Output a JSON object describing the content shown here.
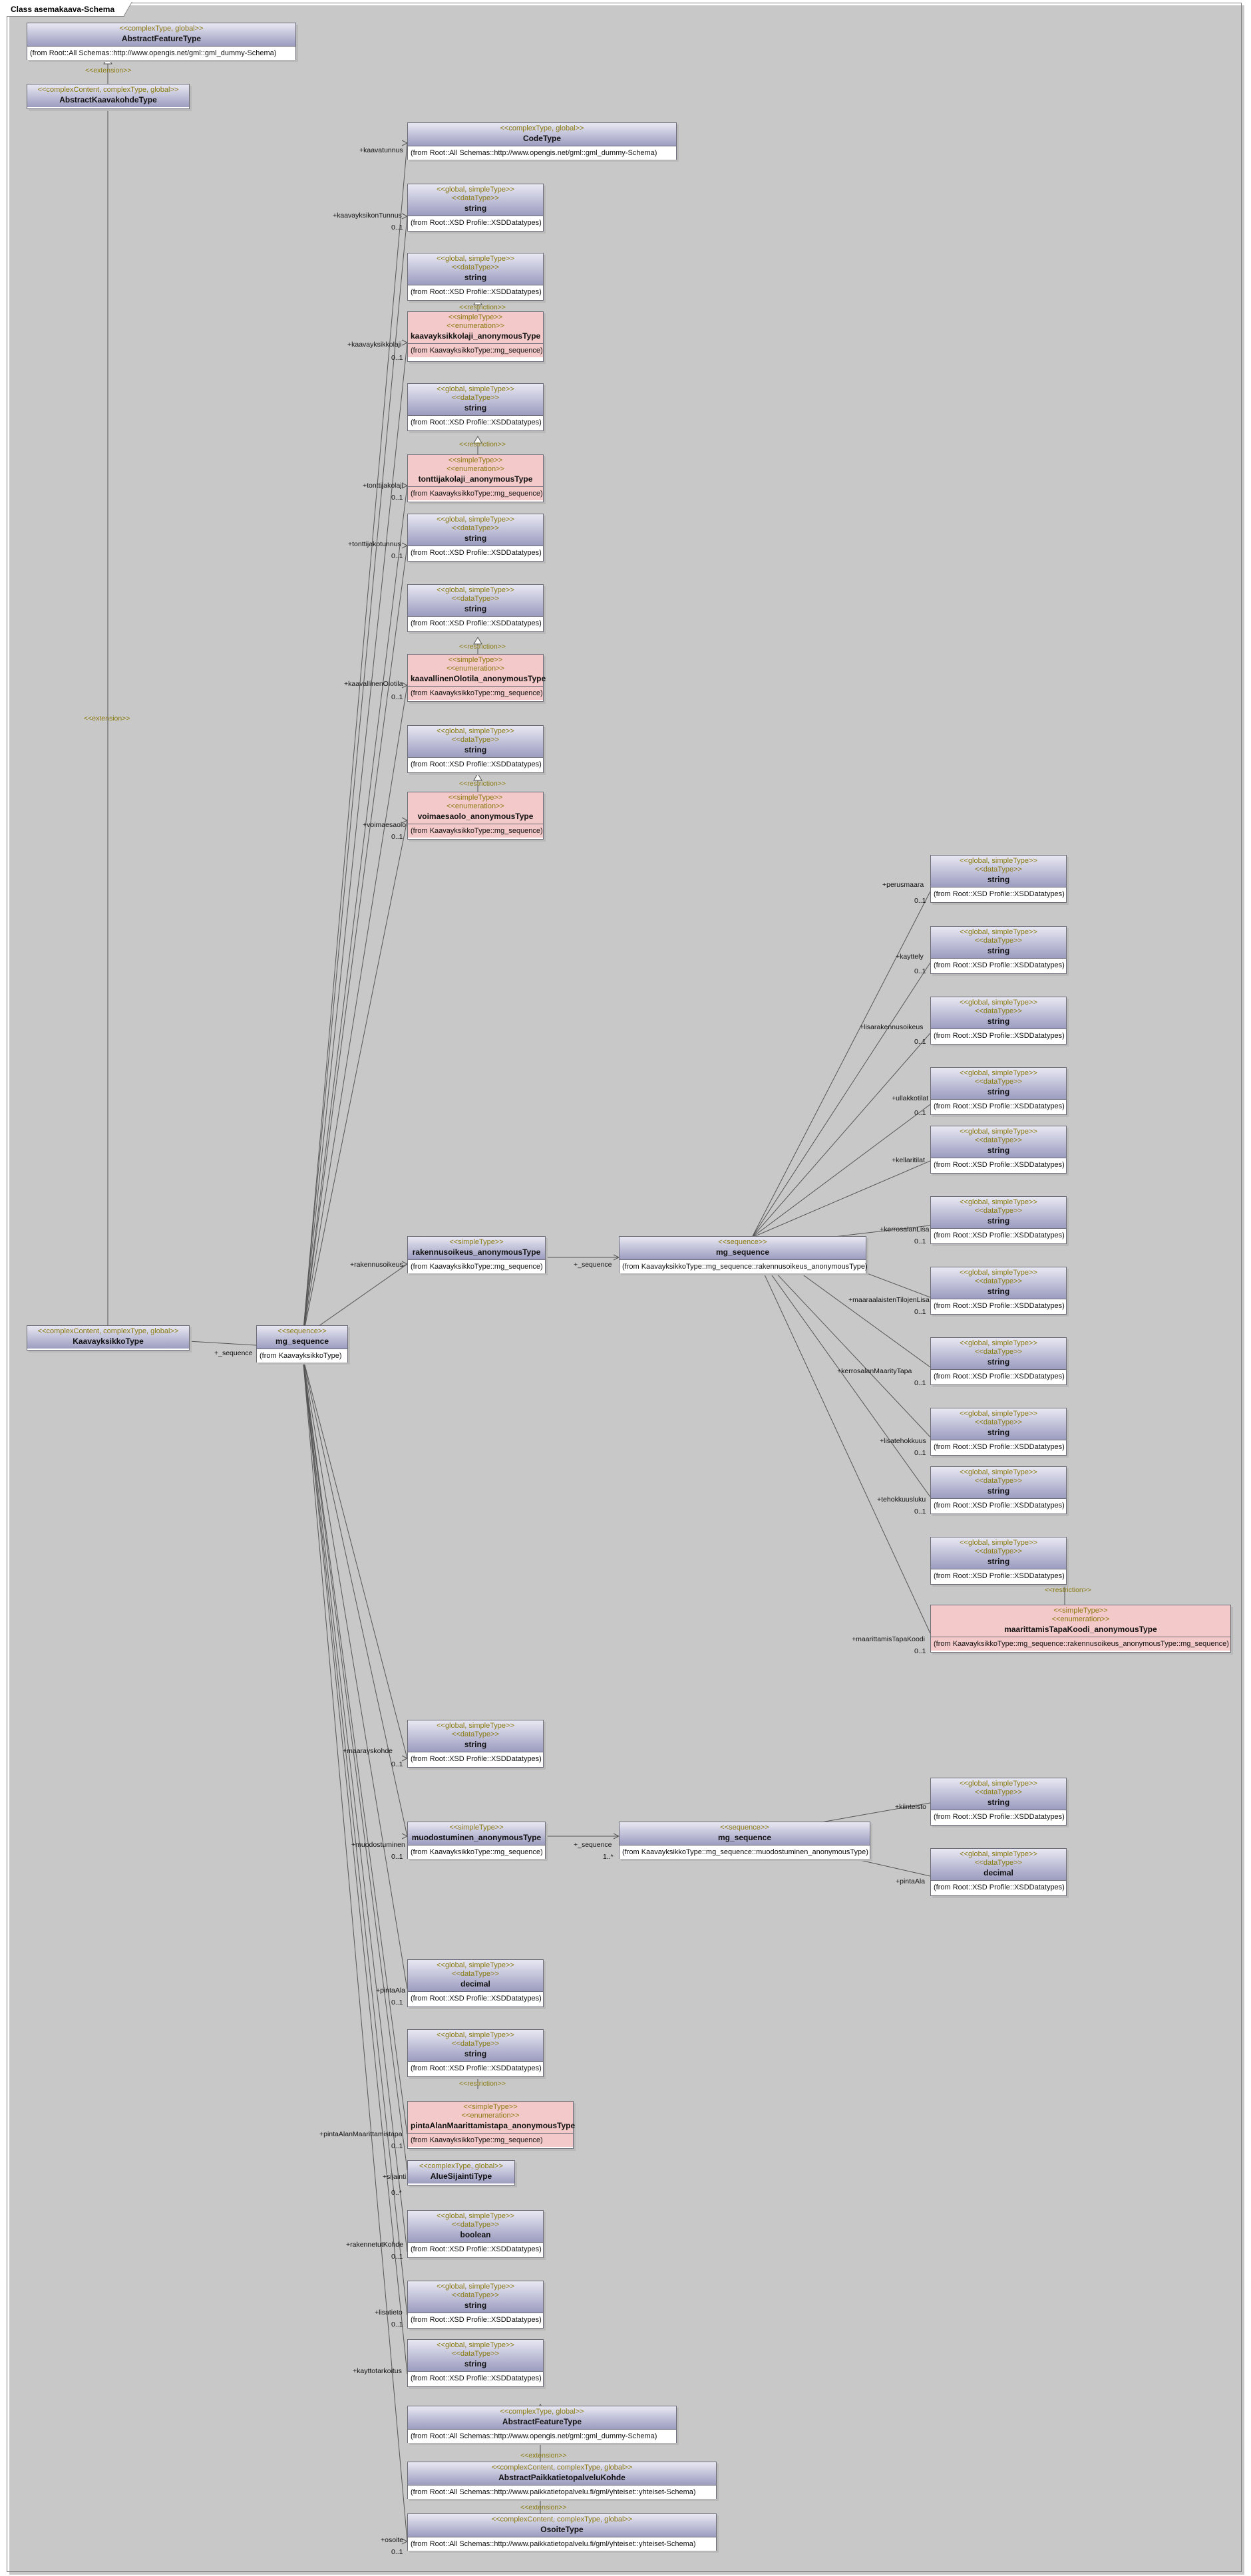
{
  "diagram": {
    "title": "Class asemakaava-Schema",
    "stereotypes": {
      "complex_global": "<<complexType, global>>",
      "complex_content_global": "<<complexContent, complexType, global>>",
      "global_simple": "<<global, simpleType>>",
      "data_type": "<<dataType>>",
      "simple_type": "<<simpleType>>",
      "enumeration": "<<enumeration>>",
      "sequence": "<<sequence>>",
      "restriction": "<<restriction>>",
      "extension": "<<extension>>"
    },
    "origins": {
      "gml": "(from Root::All Schemas::http://www.opengis.net/gml::gml_dummy-Schema)",
      "xsd": "(from Root::XSD Profile::XSDDatatypes)",
      "kt": "(from KaavayksikkoType)",
      "kt_seq": "(from KaavayksikkoType::mg_sequence)",
      "kt_seq_rak_seq": "(from KaavayksikkoType::mg_sequence::rakennusoikeus_anonymousType)",
      "kt_seq_rak_seq_full": "(from KaavayksikkoType::mg_sequence::rakennusoikeus_anonymousType::mg_sequence)",
      "kt_seq_muo_seq": "(from KaavayksikkoType::mg_sequence::muodostuminen_anonymousType)",
      "paikka": "(from Root::All Schemas::http://www.paikkatietopalvelu.fi/gml/yhteiset::yhteiset-Schema)"
    },
    "names": {
      "abstract_feature": "AbstractFeatureType",
      "abstract_kaavakohde": "AbstractKaavakohdeType",
      "kaavayksikko": "KaavayksikkoType",
      "mg_sequence": "mg_sequence",
      "code_type": "CodeType",
      "string": "string",
      "decimal": "decimal",
      "boolean": "boolean",
      "kaavayksikkolaji": "kaavayksikkolaji_anonymousType",
      "tonttijakolaji": "tonttijakolaji_anonymousType",
      "kaavallinen_olotila": "kaavallinenOlotila_anonymousType",
      "voimaesaolo": "voimaesaolo_anonymousType",
      "rakennusoikeus": "rakennusoikeus_anonymousType",
      "maarittamis_tapa": "maarittamisTapaKoodi_anonymousType",
      "muodostuminen": "muodostuminen_anonymousType",
      "pinta_ala_maarittamis": "pintaAlanMaarittamistapa_anonymousType",
      "alue_sijainti": "AlueSijaintiType",
      "abstract_paikka": "AbstractPaikkatietopalveluKohde",
      "osoite": "OsoiteType"
    },
    "roles": {
      "sequence": "+_sequence",
      "kaavatunnus": "+kaavatunnus",
      "kaavayksikon_tunnus": "+kaavayksikonTunnus",
      "kaavayksikkolaji": "+kaavayksikkolaji",
      "tonttijakolaji": "+tonttijakolaji",
      "tonttijakotunnus": "+tonttijakotunnus",
      "kaavallinen_olotila": "+kaavallinenOlotila",
      "voimaesaolo": "+voimaesaolo",
      "rakennusoikeus": "+rakennusoikeus",
      "perusmaara": "+perusmaara",
      "kayttely": "+kayttely",
      "lisarakennusoikeus": "+lisarakennusoikeus",
      "ullakkotilat": "+ullakkotilat",
      "kellaritilat": "+kellaritilat",
      "kerrosalan_lisa": "+kerrosalanLisa",
      "maaraalaisten": "+maaraalaistenTilojenLisa",
      "kerrosalan_maaritys": "+kerrosalanMaarityTapa",
      "lisatehokkuus": "+lisatehokkuus",
      "tehokkuusluku": "+tehokkuusluku",
      "maarittamis_tapa": "+maarittamisTapaKoodi",
      "maarayskohde": "+maarayskohde",
      "muodostuminen": "+muodostuminen",
      "kiinteisto": "+kiinteisto",
      "pinta_ala": "+pintaAla",
      "pinta_ala_maarittamis": "+pintaAlanMaarittamistapa",
      "sijainti": "+sijainti",
      "rakennetut_kohde": "+rakennetutKohde",
      "lisatieto": "+lisatieto",
      "kayttotarkoitus": "+kayttotarkoitus",
      "osoite": "+osoite"
    },
    "multiplicity": {
      "opt": "0..1",
      "many": "0..*",
      "one_many": "1..*"
    }
  }
}
